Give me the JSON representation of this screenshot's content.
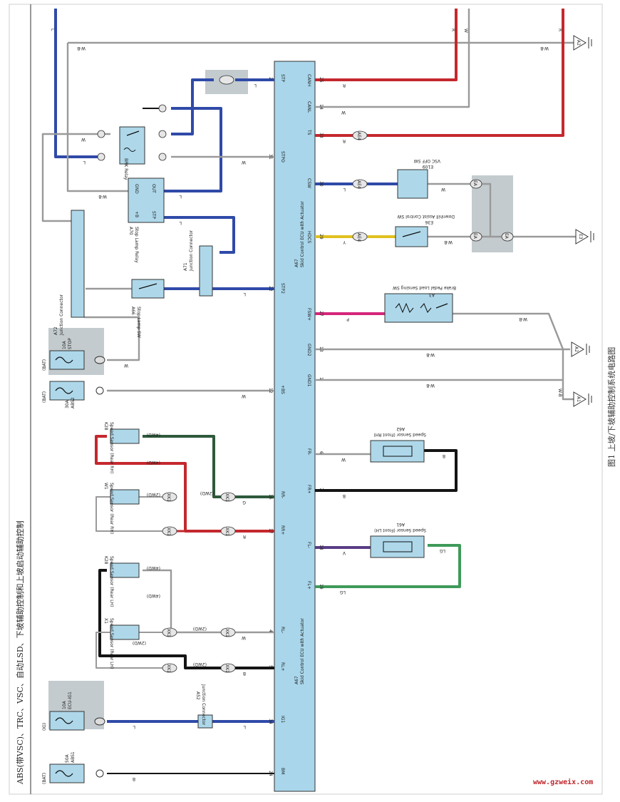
{
  "title": "ABS(带VSC)、TRC、VSC、自动LSD、下坡辅助控制和上坡启动辅助控制",
  "caption": "图1 上坡/下坡辅助控制系统电路图",
  "watermark": "www.gzweix.com",
  "ecu": {
    "id": "A67",
    "name": "Skid Control ECU with Actuator"
  },
  "ecu_terminals": [
    {
      "name": "BM",
      "pin": "24"
    },
    {
      "name": "IG1",
      "pin": "34"
    },
    {
      "name": "RL+",
      "pin": "5"
    },
    {
      "name": "RL-",
      "pin": "4"
    },
    {
      "name": "RR+",
      "pin": "17"
    },
    {
      "name": "RR-",
      "pin": "16"
    },
    {
      "name": "+BS",
      "pin": "12"
    },
    {
      "name": "STP2",
      "pin": "22"
    },
    {
      "name": "STPO",
      "pin": "31"
    },
    {
      "name": "STP",
      "pin": "2"
    },
    {
      "name": "FL+",
      "pin": "19"
    },
    {
      "name": "FL-",
      "pin": "18"
    },
    {
      "name": "FR+",
      "pin": "7"
    },
    {
      "name": "FR-",
      "pin": "6"
    },
    {
      "name": "GND1",
      "pin": "1"
    },
    {
      "name": "GND2",
      "pin": "13"
    },
    {
      "name": "FSW+",
      "pin": "27"
    },
    {
      "name": "HDCS",
      "pin": "29"
    },
    {
      "name": "CSW",
      "pin": "30"
    },
    {
      "name": "TS",
      "pin": "33"
    },
    {
      "name": "CANL",
      "pin": "14"
    },
    {
      "name": "CANH",
      "pin": "25"
    }
  ],
  "fuses": [
    {
      "supply": "(BAT)",
      "rating": "50A",
      "name": "ABS1"
    },
    {
      "supply": "(IG)",
      "rating": "10A",
      "name": "ECU-IG1"
    },
    {
      "supply": "(BAT)",
      "rating": "30A",
      "name": "ABS2"
    },
    {
      "supply": "(BAT)",
      "rating": "10A",
      "name": "STOP"
    }
  ],
  "components": {
    "a52": {
      "id": "A52",
      "name": "Junction Connector"
    },
    "x1_l": {
      "id": "X1",
      "name": "Speed Sensor (Rear LH)"
    },
    "k28_l": {
      "id": "K28",
      "name": "Speed Sensor (Rear LH)"
    },
    "w1_r": {
      "id": "W1",
      "name": "Speed Sensor (Rear RH)"
    },
    "k28_r": {
      "id": "K28",
      "name": "Speed Sensor (Rear RH)"
    },
    "a72": {
      "id": "A72",
      "name": "Junction Connector"
    },
    "a66": {
      "id": "A66",
      "name": "Stop Lamp SW"
    },
    "a71": {
      "id": "A71",
      "name": "Junction Connector"
    },
    "a70": {
      "id": "A70",
      "name": "Stop Lamp Relay"
    },
    "brk": {
      "name": "BRK Relay"
    },
    "a61": {
      "id": "A61",
      "name": "Speed Sensor (Front LH)"
    },
    "a62": {
      "id": "A62",
      "name": "Speed Sensor (Front RH)"
    },
    "a3": {
      "id": "A3",
      "name": "Brake Pedal Load Sensing SW"
    },
    "e36": {
      "id": "E36",
      "name": "Downhill Assist Control SW"
    },
    "e109": {
      "id": "E109",
      "name": "VSC OFF SW"
    }
  },
  "relay_terminals": {
    "gnd": "GND",
    "b": "+B",
    "out": "OUT",
    "stp": "STP"
  },
  "drive_tags": {
    "two_wd": "(2WD)",
    "four_wd": "(4WD)"
  },
  "inline_connectors": {
    "xk1": "XK1",
    "ae4": "AE4",
    "ae5": "AE5",
    "ea": "EA",
    "ea2": "EA"
  },
  "grounds": [
    "A2",
    "A1",
    "A2",
    "E3"
  ],
  "wire_colors": {
    "L": "L",
    "B": "B",
    "W": "W",
    "R": "R",
    "G": "G",
    "V": "V",
    "LG": "LG",
    "P": "P",
    "Y": "Y",
    "WB": "W-B"
  },
  "colors": {
    "blue": "#2f4aa8",
    "black": "#141414",
    "red": "#c4282e",
    "green": "#3f9a5a",
    "darkgreen": "#2e5a3c",
    "violet": "#5a3c86",
    "pink": "#d4267a",
    "yellow": "#e0c020",
    "white_wire": "#9a9a9a",
    "ecu_fill": "#a9d6ea",
    "box_fill": "#aed8ea",
    "shade": "#b9c2c6"
  }
}
